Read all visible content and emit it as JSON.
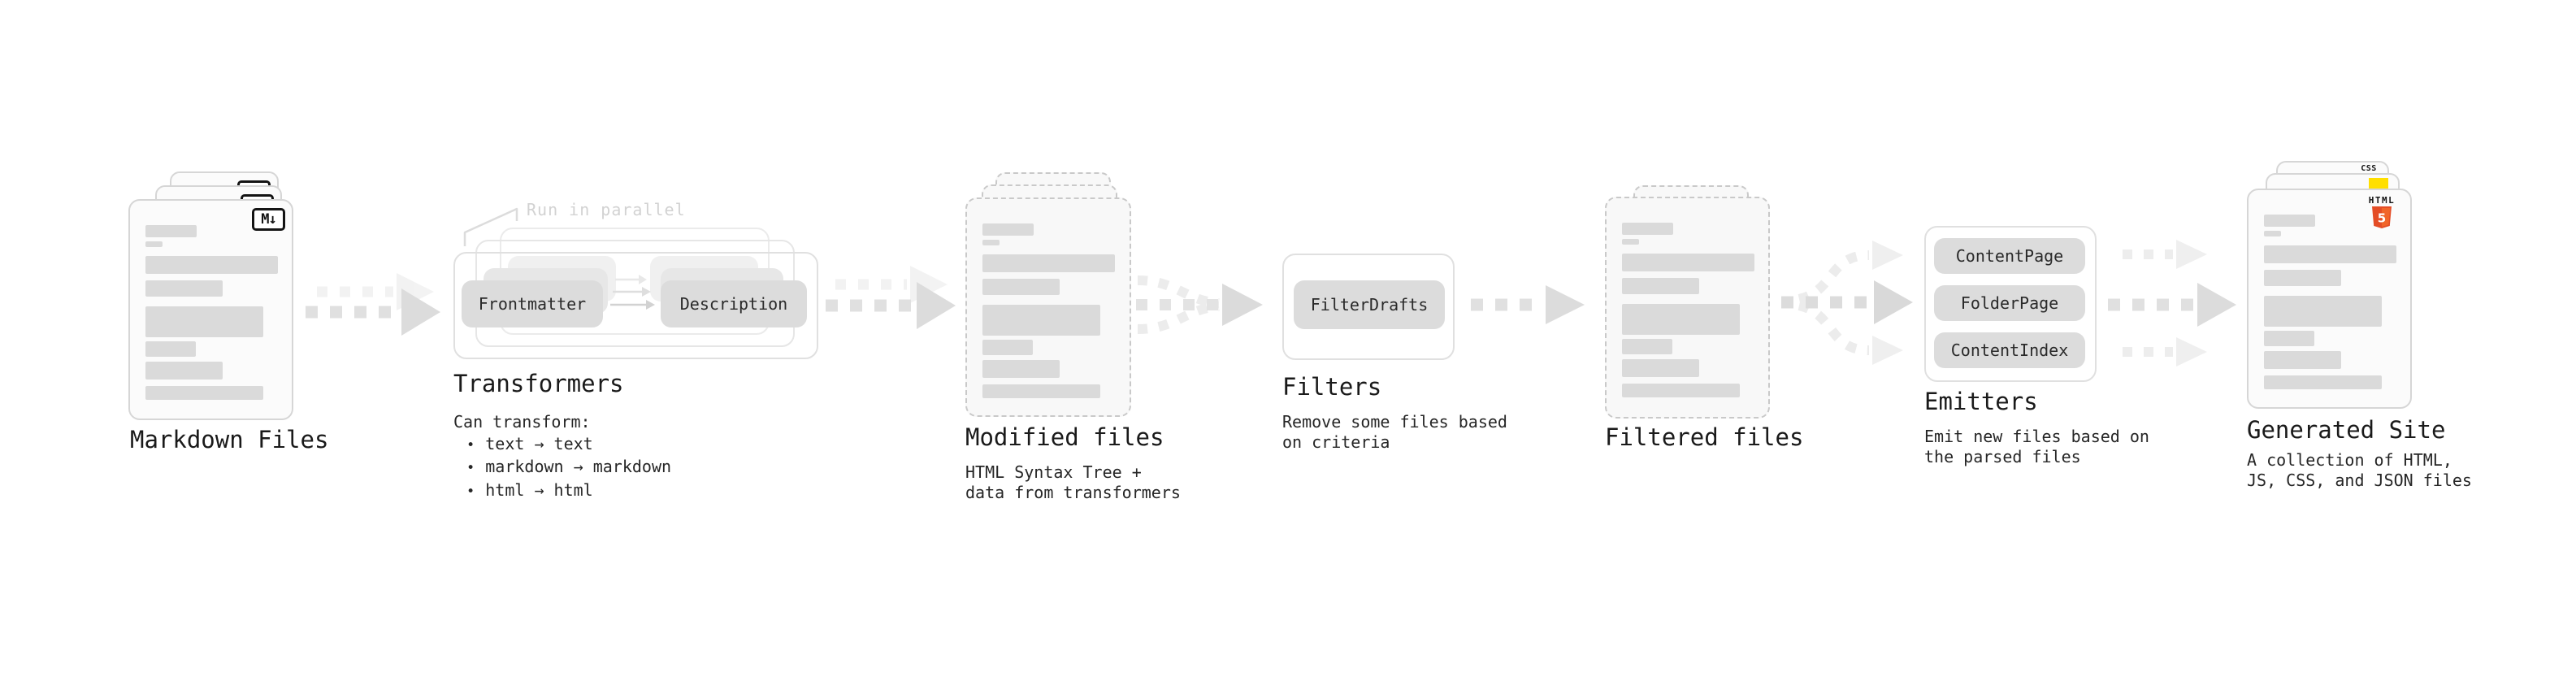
{
  "stages": {
    "markdown": {
      "label": "Markdown Files",
      "badge": "M↓"
    },
    "transformers": {
      "label": "Transformers",
      "note": "Run in parallel",
      "frontmatter": "Frontmatter",
      "description": "Description",
      "sub_title": "Can transform:",
      "bullets": [
        "text → text",
        "markdown → markdown",
        "html → html"
      ]
    },
    "modified": {
      "label": "Modified files",
      "sub": [
        "HTML Syntax Tree +",
        "data from transformers"
      ]
    },
    "filters": {
      "label": "Filters",
      "button": "FilterDrafts",
      "sub": [
        "Remove some files based",
        "on criteria"
      ]
    },
    "filtered": {
      "label": "Filtered files"
    },
    "emitters": {
      "label": "Emitters",
      "buttons": [
        "ContentPage",
        "FolderPage",
        "ContentIndex"
      ],
      "sub": [
        "Emit new files based on",
        "the parsed files"
      ]
    },
    "generated": {
      "label": "Generated Site",
      "css_badge": "CSS",
      "html_badge_word": "HTML",
      "html_badge_number": "5",
      "sub": [
        "A collection of HTML,",
        "JS, CSS, and JSON files"
      ]
    }
  },
  "colors": {
    "markdown_badge_ink": "#141414",
    "css_blue": "#2e6fe8",
    "js_yellow": "#ffdf00",
    "html_orange": "#e44d26",
    "html_orange_light": "#f16529",
    "bar_gray": "#dadada",
    "arrow_gray": "#dedede"
  }
}
